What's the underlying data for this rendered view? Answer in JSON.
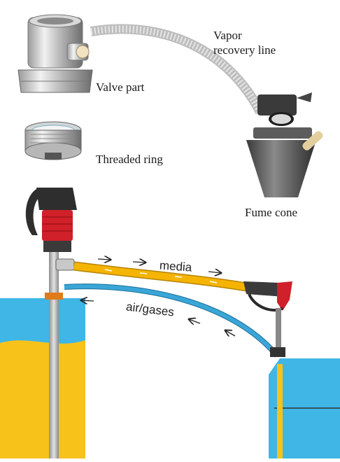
{
  "labels": {
    "vapor_line_1": "Vapor",
    "vapor_line_2": "recovery line",
    "valve_part": "Valve part",
    "threaded_ring": "Threaded ring",
    "fume_cone": "Fume cone",
    "media": "media",
    "air_gases": "air/gases"
  },
  "colors": {
    "media_hose": "#f5b400",
    "air_hose": "#3aa6d8",
    "tank_blue": "#3fb6e6",
    "liquid_yellow": "#f7c21a",
    "pump_red": "#d0202a",
    "dark": "#2a2a2a"
  }
}
